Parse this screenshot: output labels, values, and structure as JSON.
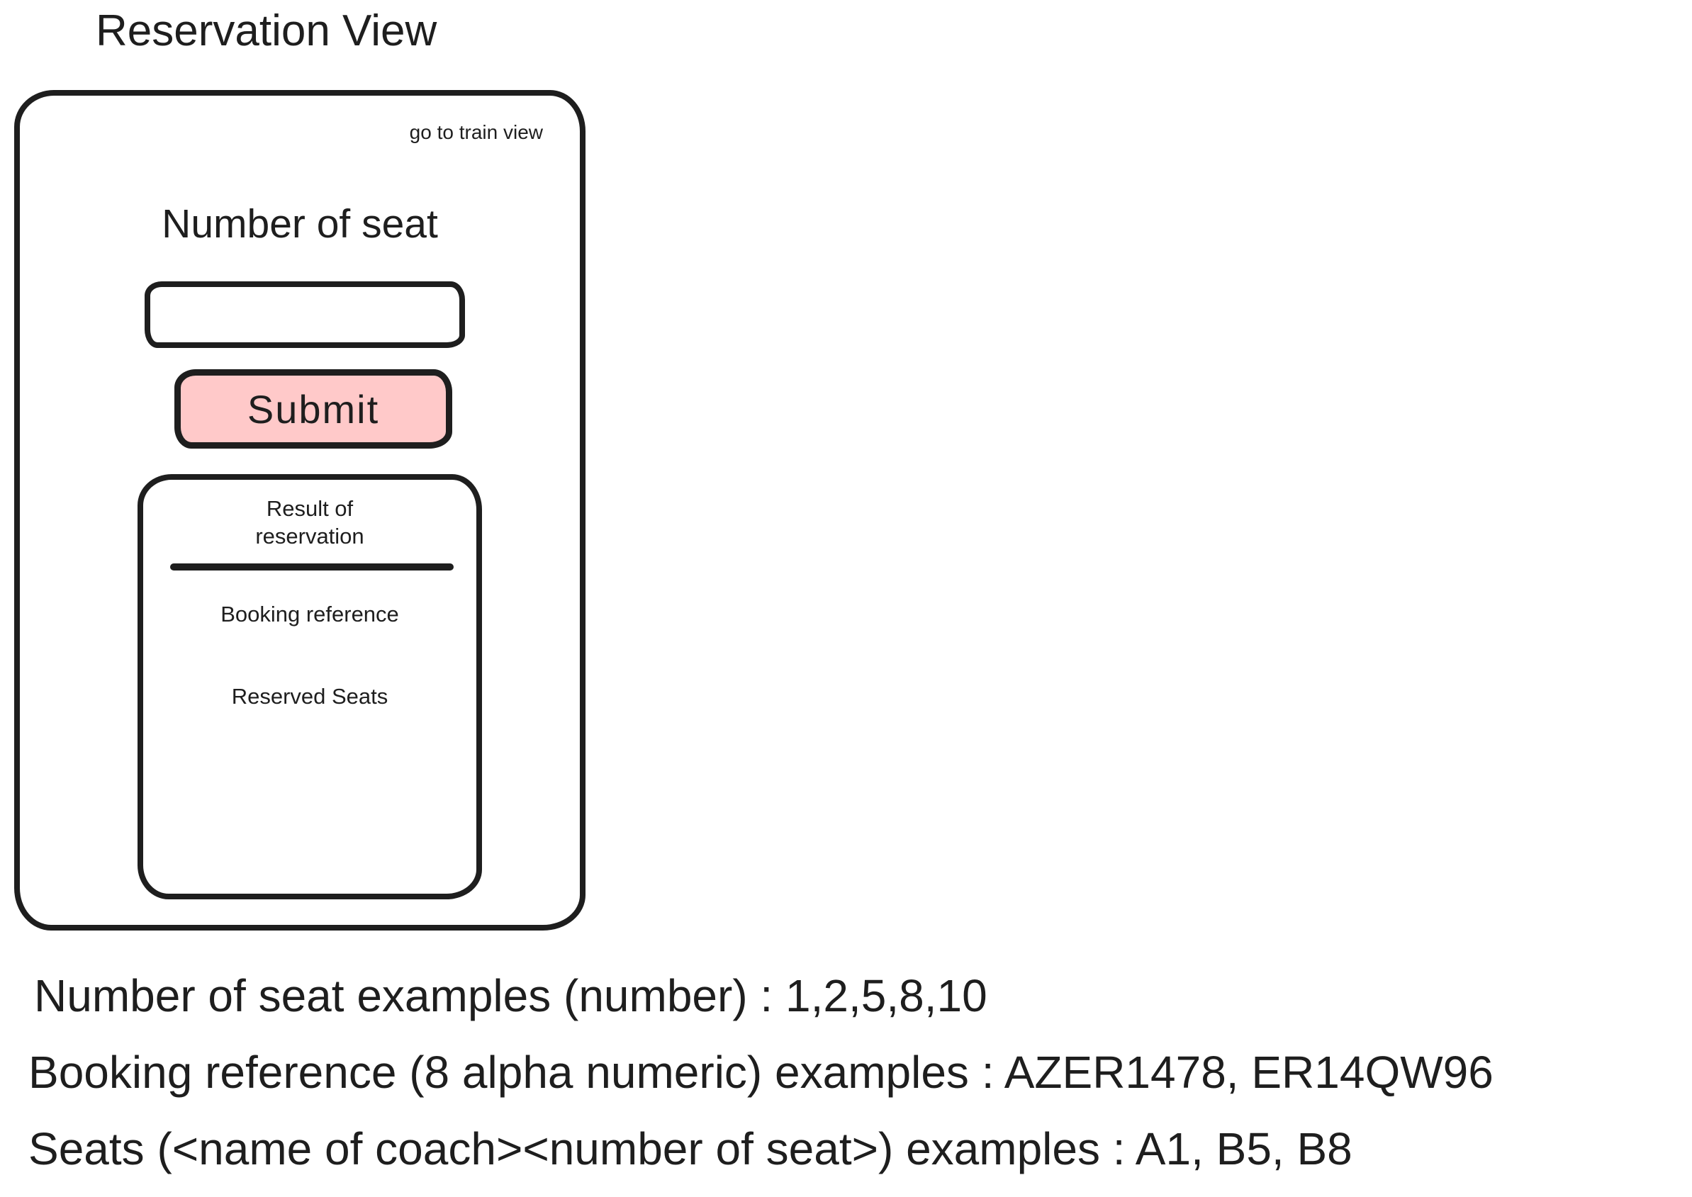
{
  "page": {
    "title": "Reservation View"
  },
  "reservation_panel": {
    "train_view_link": "go to train view",
    "seat_label": "Number of seat",
    "input_value": "",
    "submit_label": "Submit",
    "result_box": {
      "title": "Result of reservation",
      "booking_reference_label": "Booking reference",
      "reserved_seats_label": "Reserved Seats"
    }
  },
  "notes": {
    "line1": "Number of seat examples (number) : 1,2,5,8,10",
    "line2": "Booking reference (8 alpha numeric) examples : AZER1478, ER14QW96",
    "line3": "Seats (<name of coach><number of seat>) examples : A1, B5, B8"
  },
  "colors": {
    "stroke": "#1e1e1e",
    "submit_fill": "#ffc9c9",
    "background": "#ffffff"
  }
}
